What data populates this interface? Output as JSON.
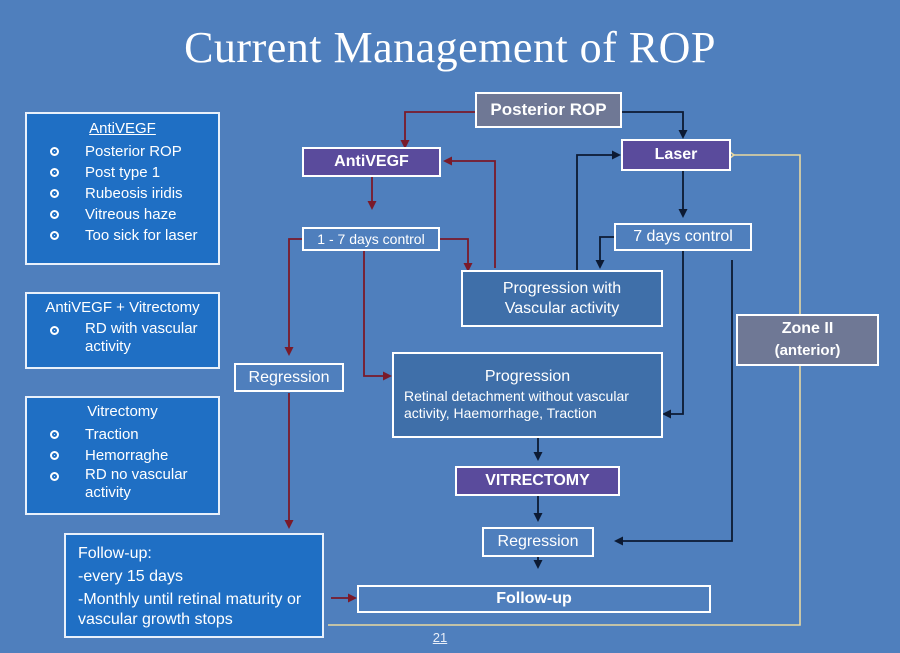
{
  "title": "Current Management of ROP",
  "left_panels": {
    "antivegf": {
      "title": "AntiVEGF",
      "items": [
        "Posterior ROP",
        "Post type 1",
        "Rubeosis iridis",
        "Vitreous haze",
        "Too sick for laser"
      ]
    },
    "antivegf_vitrectomy": {
      "title": "AntiVEGF + Vitrectomy",
      "items": [
        "RD with vascular activity"
      ]
    },
    "vitrectomy": {
      "title": "Vitrectomy",
      "items": [
        "Traction",
        "Hemorraghe",
        "RD no vascular activity"
      ]
    },
    "followup": {
      "title": "Follow-up:",
      "line1": "-every 15 days",
      "line2": "-Monthly until retinal maturity or vascular growth stops"
    }
  },
  "flow": {
    "posterior_rop": "Posterior ROP",
    "antivegf": "AntiVEGF",
    "laser": "Laser",
    "control_antivegf": "1 - 7 days control",
    "control_laser": "7 days control",
    "progression_vascular": "Progression with Vascular activity",
    "regression_left": "Regression",
    "progression_title": "Progression",
    "progression_detail": "Retinal detachment without vascular activity, Haemorrhage, Traction",
    "vitrectomy": "VITRECTOMY",
    "regression_bottom": "Regression",
    "followup": "Follow-up",
    "zone_title": "Zone II",
    "zone_sub": "(anterior)"
  },
  "page_number": "21",
  "colors": {
    "background": "#4f7fbd",
    "panel": "#1f6fc4",
    "red_arrow": "#7a1a2a",
    "dark_arrow": "#0c1a33",
    "yellow_arrow": "#e8d8a0",
    "purple_box": "#5a4b9c",
    "gray_box": "#6f7895"
  }
}
